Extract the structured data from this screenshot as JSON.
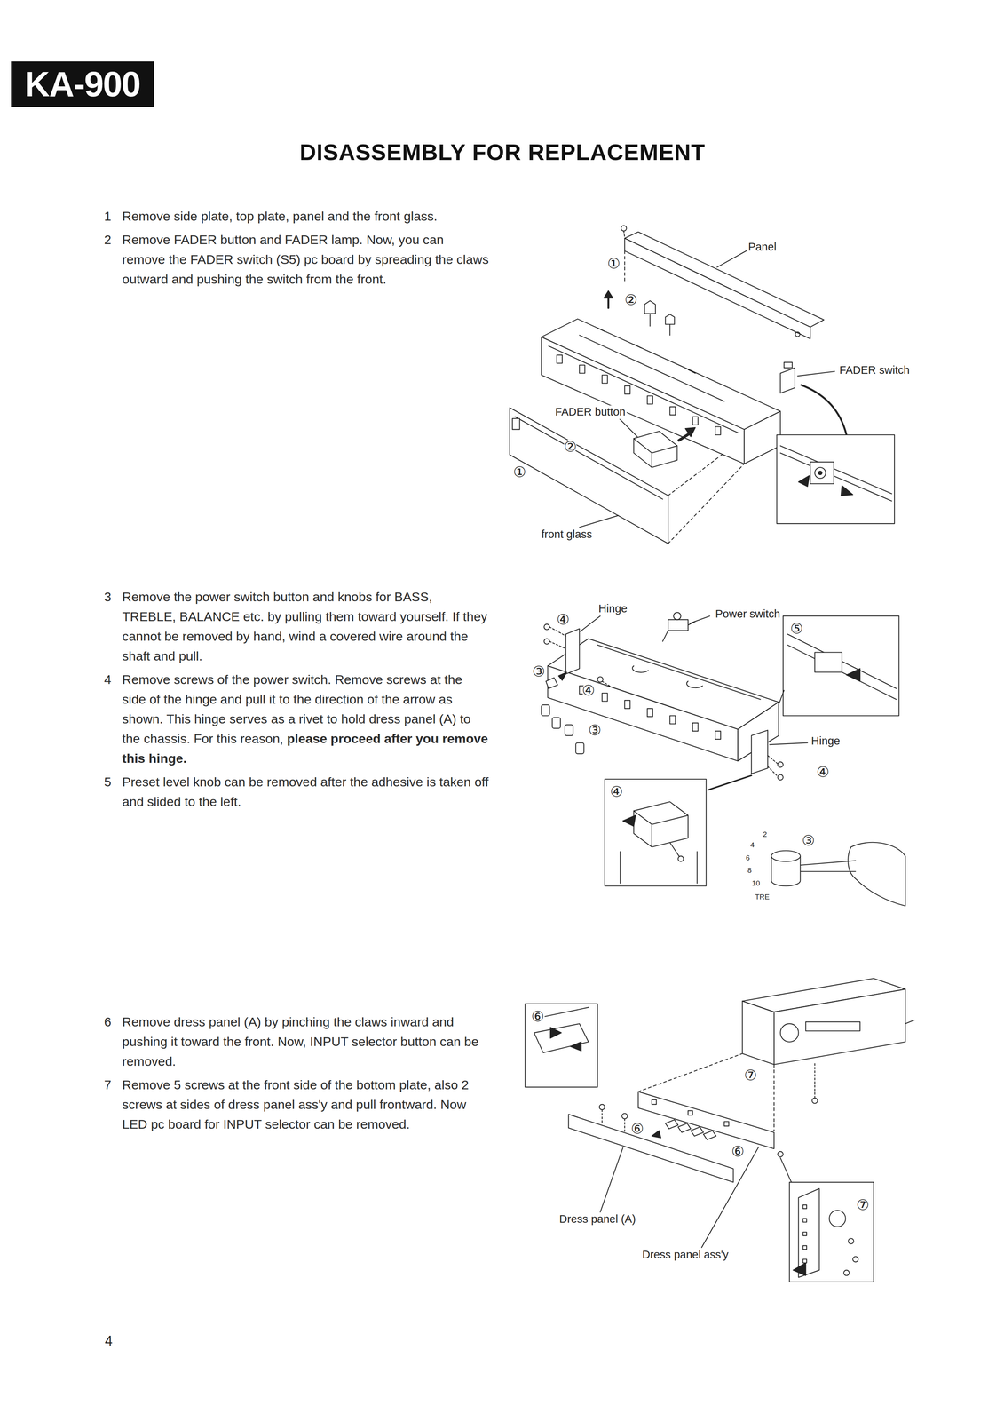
{
  "diagram": {
    "title": "DISASSEMBLY FOR REPLACEMENT",
    "nodes": [
      {
        "text": [
          "KA-900"
        ]
      }
    ],
    "labels": [
      "1",
      "Remove side plate, top plate, panel and the front glass.",
      "2",
      "Remove FADER button and FADER lamp. Now, you can remove the FADER switch (S5) pc board by spreading the claws outward and pushing the switch from the front.",
      "3",
      "Remove the power switch button and knobs for BASS, TREBLE, BALANCE etc. by pulling them toward yourself. If they cannot be removed by hand, wind a covered wire around the shaft and pull.",
      "4",
      "Remove screws of the power switch. Remove screws at the side of the hinge and pull it to the direction of the arrow as shown. This hinge serves as a rivet to hold dress panel (A) to the chassis. For this reason,",
      "please proceed after you remove this hinge.",
      "5",
      "Preset level knob can be removed after the adhesive is taken off and slided to the left.",
      "6",
      "Remove dress panel (A) by pinching the claws inward and pushing it toward the front. Now, INPUT selector button can be removed.",
      "7",
      "Remove 5 screws at the front side of the bottom plate, also 2 screws at sides of dress panel ass'y and pull frontward. Now LED pc board for INPUT selector can be removed.",
      "Panel",
      "①",
      "②",
      "FADER switch",
      "FADER button",
      "②",
      "①",
      "front glass",
      "Hinge",
      "④",
      "Power switch",
      "⑤",
      "③",
      "④",
      "③",
      "Hinge",
      "④",
      "④",
      "③",
      "2",
      "4",
      "6",
      "8",
      "10",
      "TRE",
      "⑥",
      "⑦",
      "⑥",
      "⑥",
      "⑦",
      "Dress panel (A)",
      "Dress panel ass'y",
      "4"
    ]
  }
}
